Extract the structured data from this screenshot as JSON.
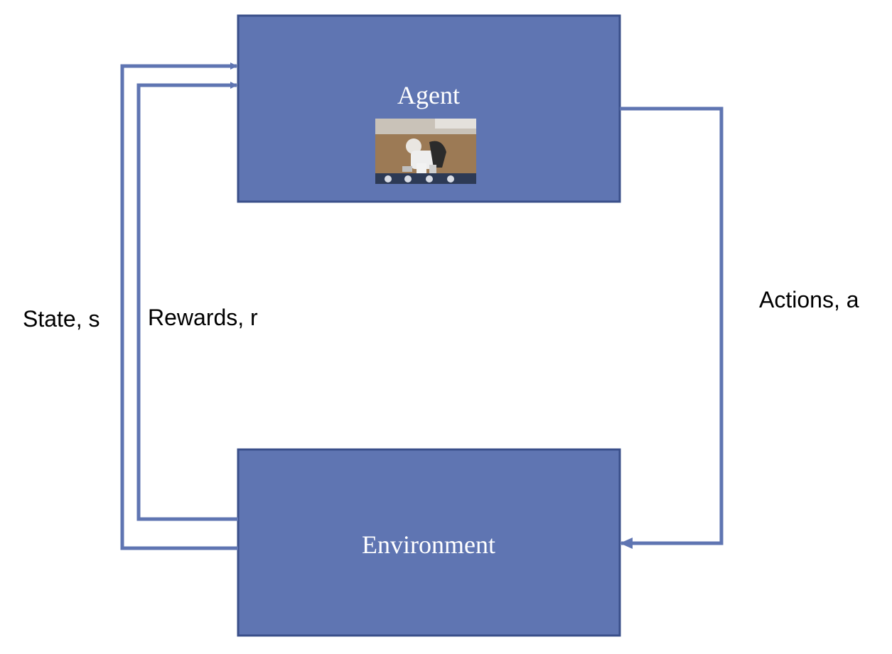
{
  "nodes": {
    "agent": {
      "label": "Agent"
    },
    "environment": {
      "label": "Environment"
    }
  },
  "edges": {
    "state": {
      "label": "State, s"
    },
    "rewards": {
      "label": "Rewards, r"
    },
    "actions": {
      "label": "Actions, a"
    }
  },
  "colors": {
    "box_fill": "#5f75b2",
    "box_border": "#3a4f8a",
    "line": "#5f75b2",
    "box_text": "#ffffff",
    "edge_text": "#000000"
  },
  "images": {
    "agent_photo": "photo of a robot on a floor"
  }
}
